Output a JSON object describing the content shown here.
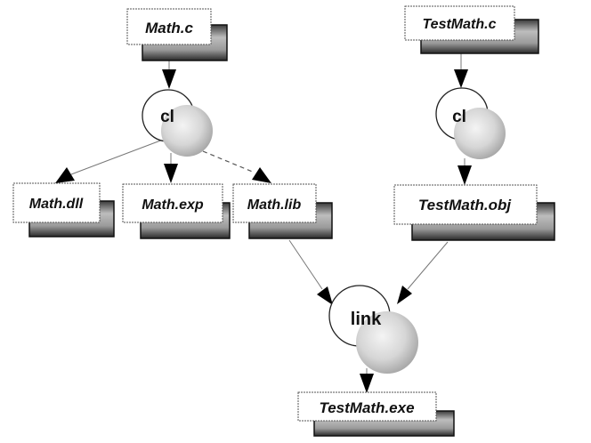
{
  "diagram": {
    "title": "",
    "nodes": {
      "math_c": {
        "label": "Math.c",
        "type": "file"
      },
      "testmath_c": {
        "label": "TestMath.c",
        "type": "file"
      },
      "math_dll": {
        "label": "Math.dll",
        "type": "file"
      },
      "math_exp": {
        "label": "Math.exp",
        "type": "file"
      },
      "math_lib": {
        "label": "Math.lib",
        "type": "file"
      },
      "testmath_obj": {
        "label": "TestMath.obj",
        "type": "file"
      },
      "testmath_exe": {
        "label": "TestMath.exe",
        "type": "file"
      },
      "cl_left": {
        "label": "cl",
        "type": "process"
      },
      "cl_right": {
        "label": "cl",
        "type": "process"
      },
      "link": {
        "label": "link",
        "type": "process"
      }
    },
    "edges": [
      {
        "from": "math_c",
        "to": "cl_left",
        "style": "solid"
      },
      {
        "from": "cl_left",
        "to": "math_dll",
        "style": "dotted"
      },
      {
        "from": "cl_left",
        "to": "math_exp",
        "style": "dotted"
      },
      {
        "from": "cl_left",
        "to": "math_lib",
        "style": "dashed"
      },
      {
        "from": "testmath_c",
        "to": "cl_right",
        "style": "dotted"
      },
      {
        "from": "cl_right",
        "to": "testmath_obj",
        "style": "solid"
      },
      {
        "from": "math_lib",
        "to": "link",
        "style": "dotted"
      },
      {
        "from": "testmath_obj",
        "to": "link",
        "style": "dotted"
      },
      {
        "from": "link",
        "to": "testmath_exe",
        "style": "solid"
      }
    ]
  }
}
